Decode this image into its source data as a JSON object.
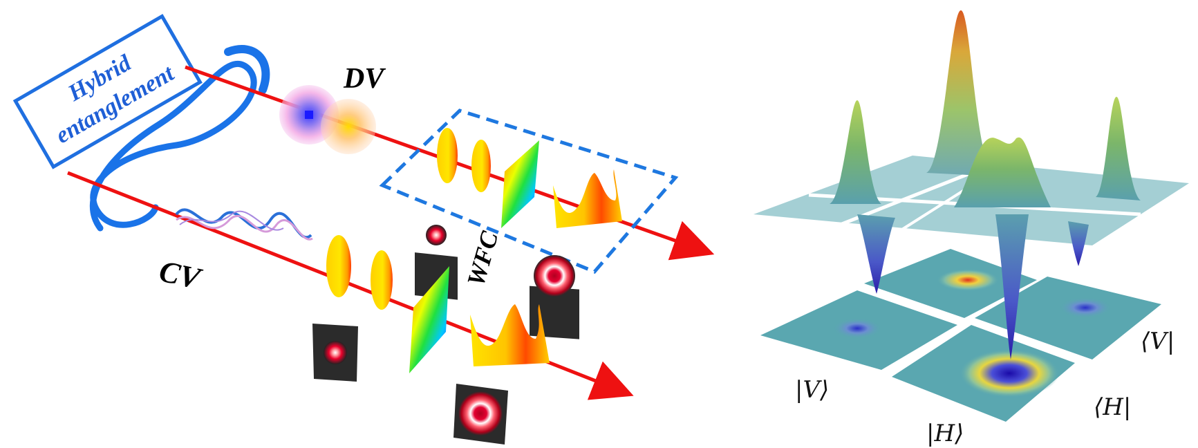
{
  "labels": {
    "hybrid_line1": "Hybrid",
    "hybrid_line2": "entanglement",
    "dv": "DV",
    "cv": "CV",
    "wfc": "WFC"
  },
  "axis_labels": {
    "ket_v": "|V⟩",
    "ket_h": "|H⟩",
    "bra_h": "⟨H|",
    "bra_v": "⟨V|"
  },
  "colors": {
    "box_blue": "#1f6fe0",
    "beam_red": "#ee1111",
    "dashed_blue": "#1e78e0",
    "tile_teal": "#5aa7b0"
  }
}
